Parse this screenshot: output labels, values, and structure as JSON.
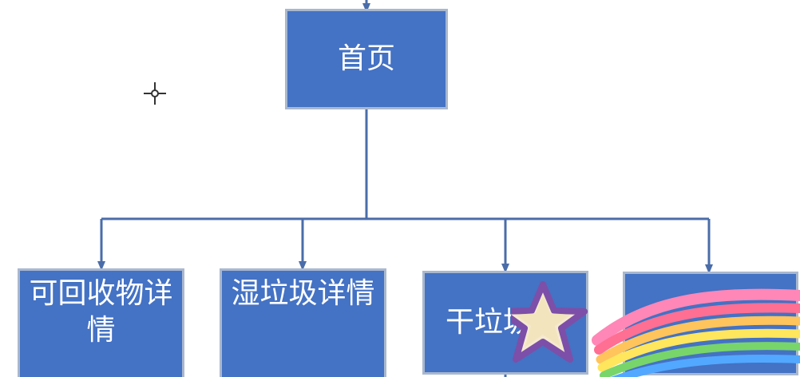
{
  "diagram": {
    "root": {
      "label": "首页"
    },
    "children": [
      {
        "label": "可回收物详情"
      },
      {
        "label": "湿垃圾详情"
      },
      {
        "label": "干垃圾"
      },
      {
        "label": ""
      }
    ]
  },
  "colors": {
    "node_fill": "#4472c4",
    "node_border": "#a9b8cf",
    "connector": "#4a6da9",
    "text": "#ffffff",
    "background": "#ffffff"
  },
  "overlay": {
    "cursor_icon": "crosshair-cursor-icon",
    "sticker_icon": "rainbow-star-sticker-icon"
  }
}
